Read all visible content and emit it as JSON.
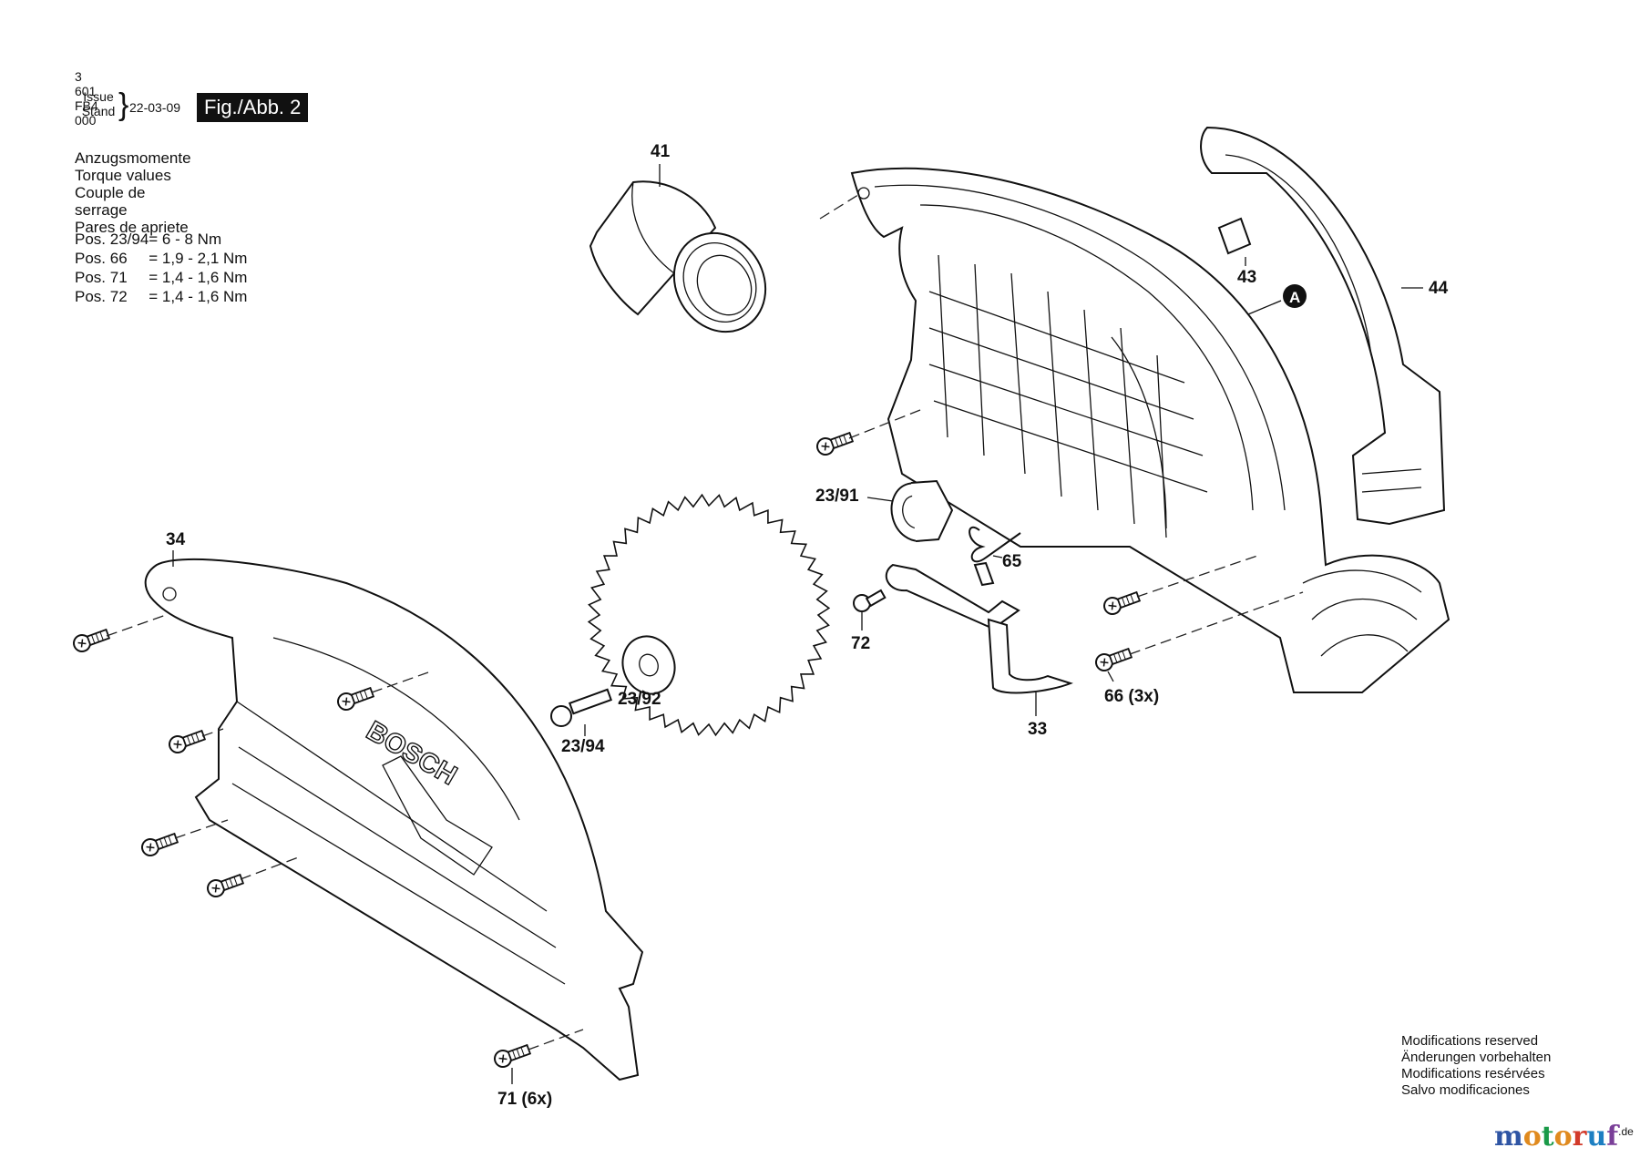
{
  "header": {
    "part_number": "3 601 FB4 000",
    "issue_label": "Issue",
    "stand_label": "Stand",
    "date": "22-03-09",
    "figure": "Fig./Abb. 2"
  },
  "torque": {
    "titles": [
      "Anzugsmomente",
      "Torque values",
      "Couple de serrage",
      "Pares de apriete"
    ],
    "rows": [
      {
        "pos": "Pos. 23/94",
        "value": "= 6 - 8 Nm"
      },
      {
        "pos": "Pos. 66",
        "value": "= 1,9 - 2,1 Nm"
      },
      {
        "pos": "Pos. 71",
        "value": "= 1,4 - 1,6 Nm"
      },
      {
        "pos": "Pos. 72",
        "value": "= 1,4 - 1,6 Nm"
      }
    ]
  },
  "callouts": {
    "c41": "41",
    "c43": "43",
    "c44": "44",
    "cA": "A",
    "c2391": "23/91",
    "c65": "65",
    "c34": "34",
    "c72": "72",
    "c33": "33",
    "c66": "66 (3x)",
    "c2394": "23/94",
    "c2392": "23/92",
    "c71": "71 (6x)"
  },
  "logo_text": "BOSCH",
  "notice": [
    "Modifications reserved",
    "Änderungen vorbehalten",
    "Modifications resérvées",
    "Salvo modificaciones"
  ],
  "brand": {
    "name": "motoruf",
    "tld": ".de"
  },
  "colors": {
    "ink": "#111111",
    "brand_m": "#2f55a4",
    "brand_o": "#e08a1e",
    "brand_t": "#1a9a48",
    "brand_r": "#d23a2a",
    "brand_u": "#1d7fc2",
    "brand_f": "#7a3f98"
  }
}
